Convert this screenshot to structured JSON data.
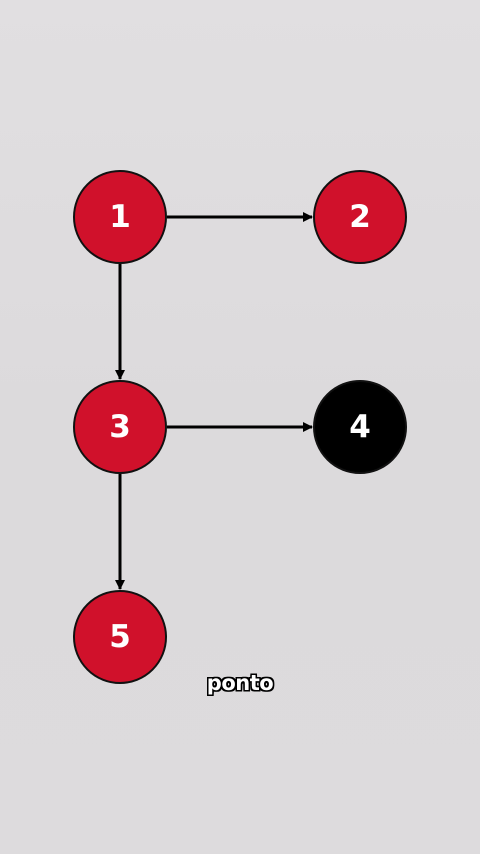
{
  "colors": {
    "node_red": "#d0112b",
    "node_black": "#000000",
    "edge": "#000000"
  },
  "nodes": [
    {
      "id": "1",
      "label": "1",
      "color": "red"
    },
    {
      "id": "2",
      "label": "2",
      "color": "red"
    },
    {
      "id": "3",
      "label": "3",
      "color": "red"
    },
    {
      "id": "4",
      "label": "4",
      "color": "black"
    },
    {
      "id": "5",
      "label": "5",
      "color": "red"
    }
  ],
  "edges": [
    {
      "from": "1",
      "to": "2"
    },
    {
      "from": "1",
      "to": "3"
    },
    {
      "from": "3",
      "to": "4"
    },
    {
      "from": "3",
      "to": "5"
    }
  ],
  "caption": "ponto"
}
